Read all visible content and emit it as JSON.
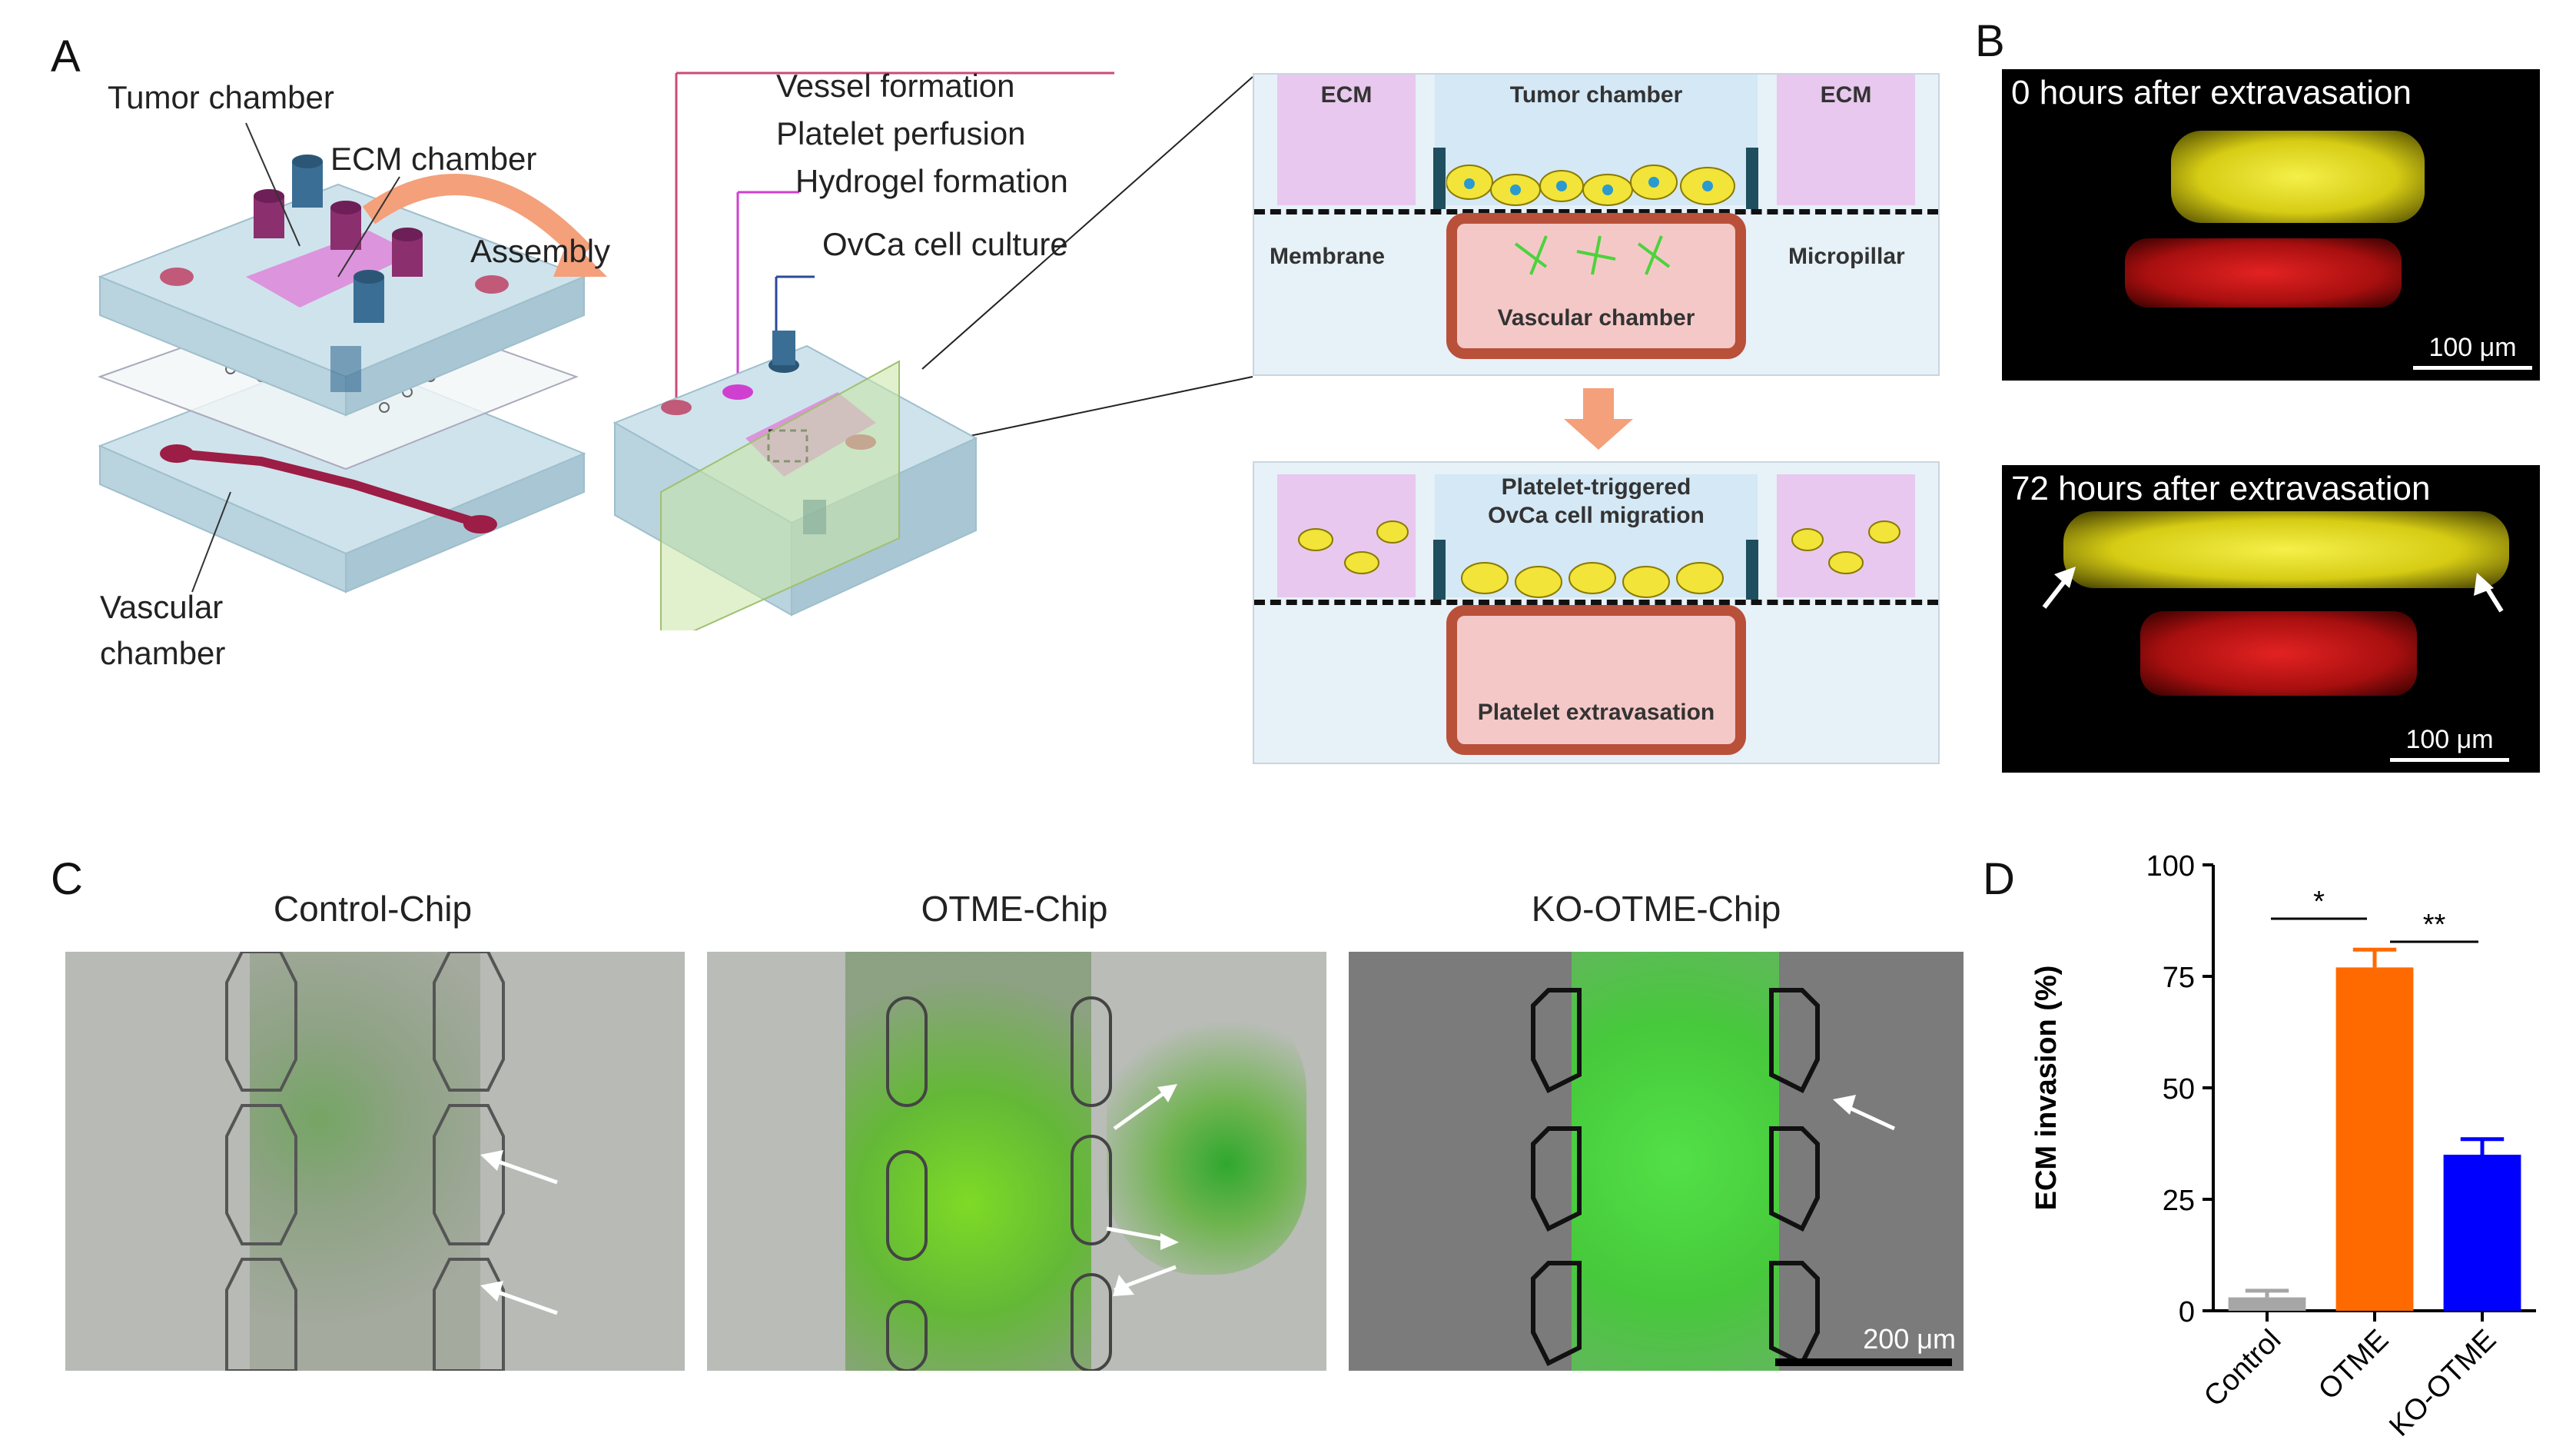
{
  "panel_a": {
    "letter": "A",
    "labels": {
      "tumor_chamber": "Tumor chamber",
      "ecm_chamber": "ECM chamber",
      "assembly": "Assembly",
      "vascular_chamber": "Vascular\nchamber",
      "vessel_formation": "Vessel formation",
      "platelet_perfusion": "Platelet perfusion",
      "hydrogel_formation": "Hydrogel formation",
      "ovca_cell_culture": "OvCa cell culture"
    },
    "schematic_top": {
      "ecm_left": "ECM",
      "tumor_chamber": "Tumor chamber",
      "ecm_right": "ECM",
      "membrane": "Membrane",
      "micropillar": "Micropillar",
      "vascular_chamber": "Vascular chamber"
    },
    "schematic_bottom": {
      "title_line1": "Platelet-triggered",
      "title_line2": "OvCa cell migration",
      "platelet_extravasation": "Platelet extravasation"
    }
  },
  "panel_b": {
    "letter": "B",
    "images": [
      {
        "caption": "0 hours after extravasation",
        "scale_label": "100 μm"
      },
      {
        "caption": "72 hours after extravasation",
        "scale_label": "100 μm"
      }
    ]
  },
  "panel_c": {
    "letter": "C",
    "titles": [
      "Control-Chip",
      "OTME-Chip",
      "KO-OTME-Chip"
    ],
    "scale_label": "200 μm"
  },
  "panel_d": {
    "letter": "D"
  },
  "chart_data": {
    "type": "bar",
    "categories": [
      "Control",
      "OTME",
      "KO-OTME"
    ],
    "values": [
      3,
      77,
      35
    ],
    "errors": [
      1.5,
      4,
      3.5
    ],
    "colors": [
      "#a6a6a6",
      "#ff6a00",
      "#0000ff"
    ],
    "ylabel": "ECM invasion   (%)",
    "ylim": [
      0,
      100
    ],
    "yticks": [
      0,
      25,
      50,
      75,
      100
    ],
    "significance": [
      {
        "from": "Control",
        "to": "OTME",
        "label": "*"
      },
      {
        "from": "OTME",
        "to": "KO-OTME",
        "label": "**"
      }
    ]
  }
}
